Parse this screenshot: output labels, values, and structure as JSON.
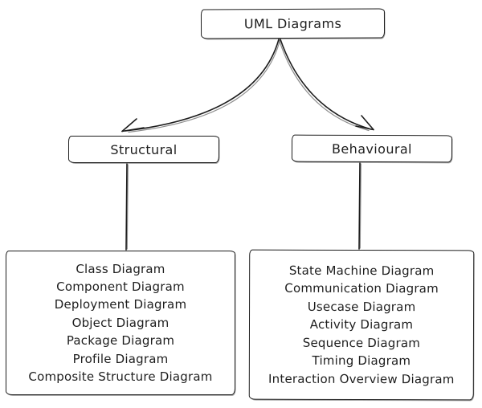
{
  "diagram": {
    "stroke_color": "#1e1e1e",
    "background_color": "#ffffff",
    "root": {
      "label": "UML Diagrams"
    },
    "categories": [
      {
        "label": "Structural",
        "items": [
          "Class Diagram",
          "Component Diagram",
          "Deployment Diagram",
          "Object Diagram",
          "Package Diagram",
          "Profile Diagram",
          "Composite Structure Diagram"
        ]
      },
      {
        "label": "Behavioural",
        "items": [
          "State Machine Diagram",
          "Communication Diagram",
          "Usecase Diagram",
          "Activity Diagram",
          "Sequence Diagram",
          "Timing Diagram",
          "Interaction Overview Diagram"
        ]
      }
    ]
  }
}
